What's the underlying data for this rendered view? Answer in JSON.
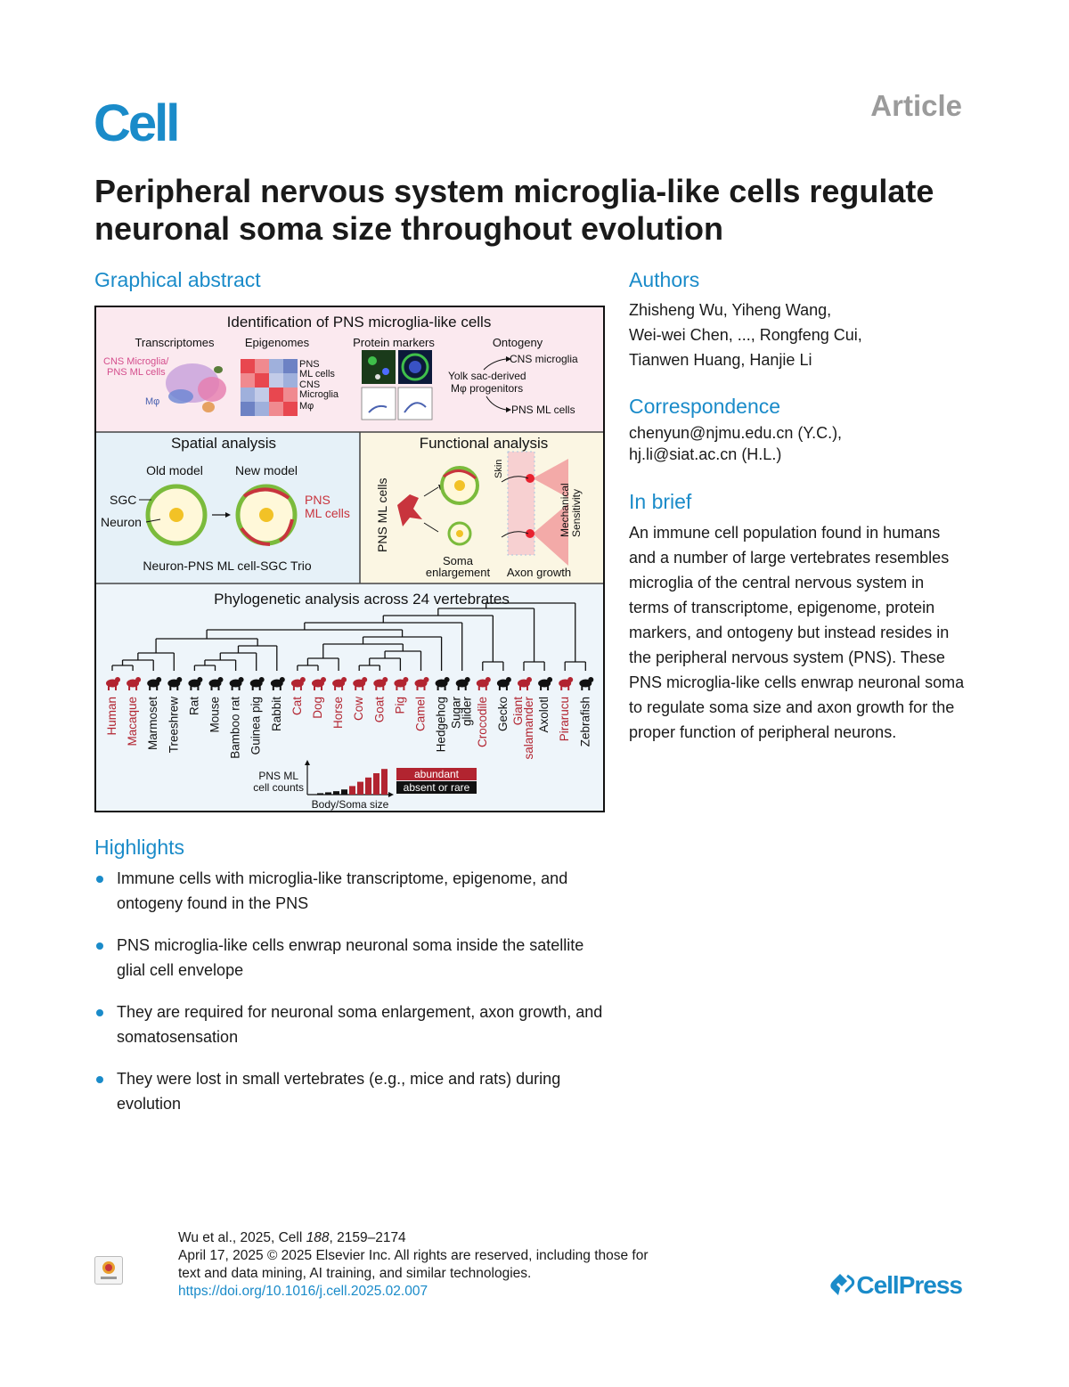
{
  "header": {
    "journal": "Cell",
    "article_label": "Article",
    "title": "Peripheral nervous system microglia-like cells regulate neuronal soma size throughout evolution"
  },
  "graphical_abstract": {
    "heading": "Graphical abstract",
    "panel1": {
      "title": "Identification of PNS microglia-like cells",
      "col_transcriptomes": "Transcriptomes",
      "col_epigenomes": "Epigenomes",
      "col_protein_markers": "Protein markers",
      "col_ontogeny": "Ontogeny",
      "cns_label": "CNS Microglia/",
      "pns_label": "PNS ML cells",
      "mphi_label": "Mφ",
      "legend_pns": "PNS",
      "legend_ml": "ML cells",
      "legend_cns": "CNS",
      "legend_microglia": "Microglia",
      "legend_mphi": "Mφ",
      "ont_cns": "CNS microglia",
      "ont_yolk": "Yolk sac-derived",
      "ont_prog": "Mφ progenitors",
      "ont_pns": "PNS ML cells"
    },
    "panel2": {
      "title": "Spatial analysis",
      "old_model": "Old model",
      "new_model": "New model",
      "sgc": "SGC",
      "neuron": "Neuron",
      "pns": "PNS",
      "ml_cells": "ML cells",
      "trio": "Neuron-PNS ML cell-SGC Trio"
    },
    "panel3": {
      "title": "Functional analysis",
      "side_label": "PNS ML cells",
      "skin": "Skin",
      "mech1": "Mechanical",
      "mech2": "Sensitivity",
      "soma1": "Soma",
      "soma2": "enlargement",
      "axon": "Axon growth"
    },
    "panel4": {
      "title": "Phylogenetic analysis across 24 vertebrates",
      "species": [
        {
          "name": "Human",
          "abundant": true
        },
        {
          "name": "Macaque",
          "abundant": true
        },
        {
          "name": "Marmoset",
          "abundant": false
        },
        {
          "name": "Treeshrew",
          "abundant": false
        },
        {
          "name": "Rat",
          "abundant": false
        },
        {
          "name": "Mouse",
          "abundant": false
        },
        {
          "name": "Bamboo rat",
          "abundant": false
        },
        {
          "name": "Guinea pig",
          "abundant": false
        },
        {
          "name": "Rabbit",
          "abundant": false
        },
        {
          "name": "Cat",
          "abundant": true
        },
        {
          "name": "Dog",
          "abundant": true
        },
        {
          "name": "Horse",
          "abundant": true
        },
        {
          "name": "Cow",
          "abundant": true
        },
        {
          "name": "Goat",
          "abundant": true
        },
        {
          "name": "Pig",
          "abundant": true
        },
        {
          "name": "Camel",
          "abundant": true
        },
        {
          "name": "Hedgehog",
          "abundant": false
        },
        {
          "name": "Sugar glider",
          "abundant": false
        },
        {
          "name": "Crocodile",
          "abundant": true
        },
        {
          "name": "Gecko",
          "abundant": false
        },
        {
          "name": "Giant salamander",
          "abundant": true
        },
        {
          "name": "Axolotl",
          "abundant": false
        },
        {
          "name": "Pirarucu",
          "abundant": true
        },
        {
          "name": "Zebrafish",
          "abundant": false
        }
      ],
      "y_label_1": "PNS ML",
      "y_label_2": "cell counts",
      "x_label": "Body/Soma size",
      "legend_abundant": "abundant",
      "legend_absent": "absent or rare",
      "bar_levels": [
        0.05,
        0.08,
        0.12,
        0.18,
        0.3,
        0.45,
        0.6,
        0.75,
        0.9
      ],
      "colors": {
        "abundant": "#b22430",
        "absent": "#111111"
      }
    }
  },
  "authors": {
    "heading": "Authors",
    "line1": "Zhisheng Wu, Yiheng Wang,",
    "line2": "Wei-wei Chen, ..., Rongfeng Cui,",
    "line3": "Tianwen Huang, Hanjie Li"
  },
  "correspondence": {
    "heading": "Correspondence",
    "line1": "chenyun@njmu.edu.cn (Y.C.),",
    "line2": "hj.li@siat.ac.cn (H.L.)"
  },
  "in_brief": {
    "heading": "In brief",
    "text": "An immune cell population found in humans and a number of large vertebrates resembles microglia of the central nervous system in terms of transcriptome, epigenome, protein markers, and ontogeny but instead resides in the peripheral nervous system (PNS). These PNS microglia-like cells enwrap neuronal soma to regulate soma size and axon growth for the proper function of peripheral neurons."
  },
  "highlights": {
    "heading": "Highlights",
    "items": [
      "Immune cells with microglia-like transcriptome, epigenome, and ontogeny found in the PNS",
      "PNS microglia-like cells enwrap neuronal soma inside the satellite glial cell envelope",
      "They are required for neuronal soma enlargement, axon growth, and somatosensation",
      "They were lost in small vertebrates (e.g., mice and rats) during evolution"
    ]
  },
  "footer": {
    "citation_prefix": "Wu et al., 2025, Cell ",
    "citation_volume": "188",
    "citation_pages": ", 2159–2174",
    "rights_line1": "April 17, 2025 © 2025 Elsevier Inc. All rights are reserved, including those for",
    "rights_line2": "text and data mining, AI training, and similar technologies.",
    "doi": "https://doi.org/10.1016/j.cell.2025.02.007",
    "publisher": "CellPress"
  },
  "colors": {
    "accent": "#1a8bc9",
    "red": "#b22430",
    "panel_blue": "#e6f1f8",
    "panel_cream": "#fbf6e3"
  }
}
